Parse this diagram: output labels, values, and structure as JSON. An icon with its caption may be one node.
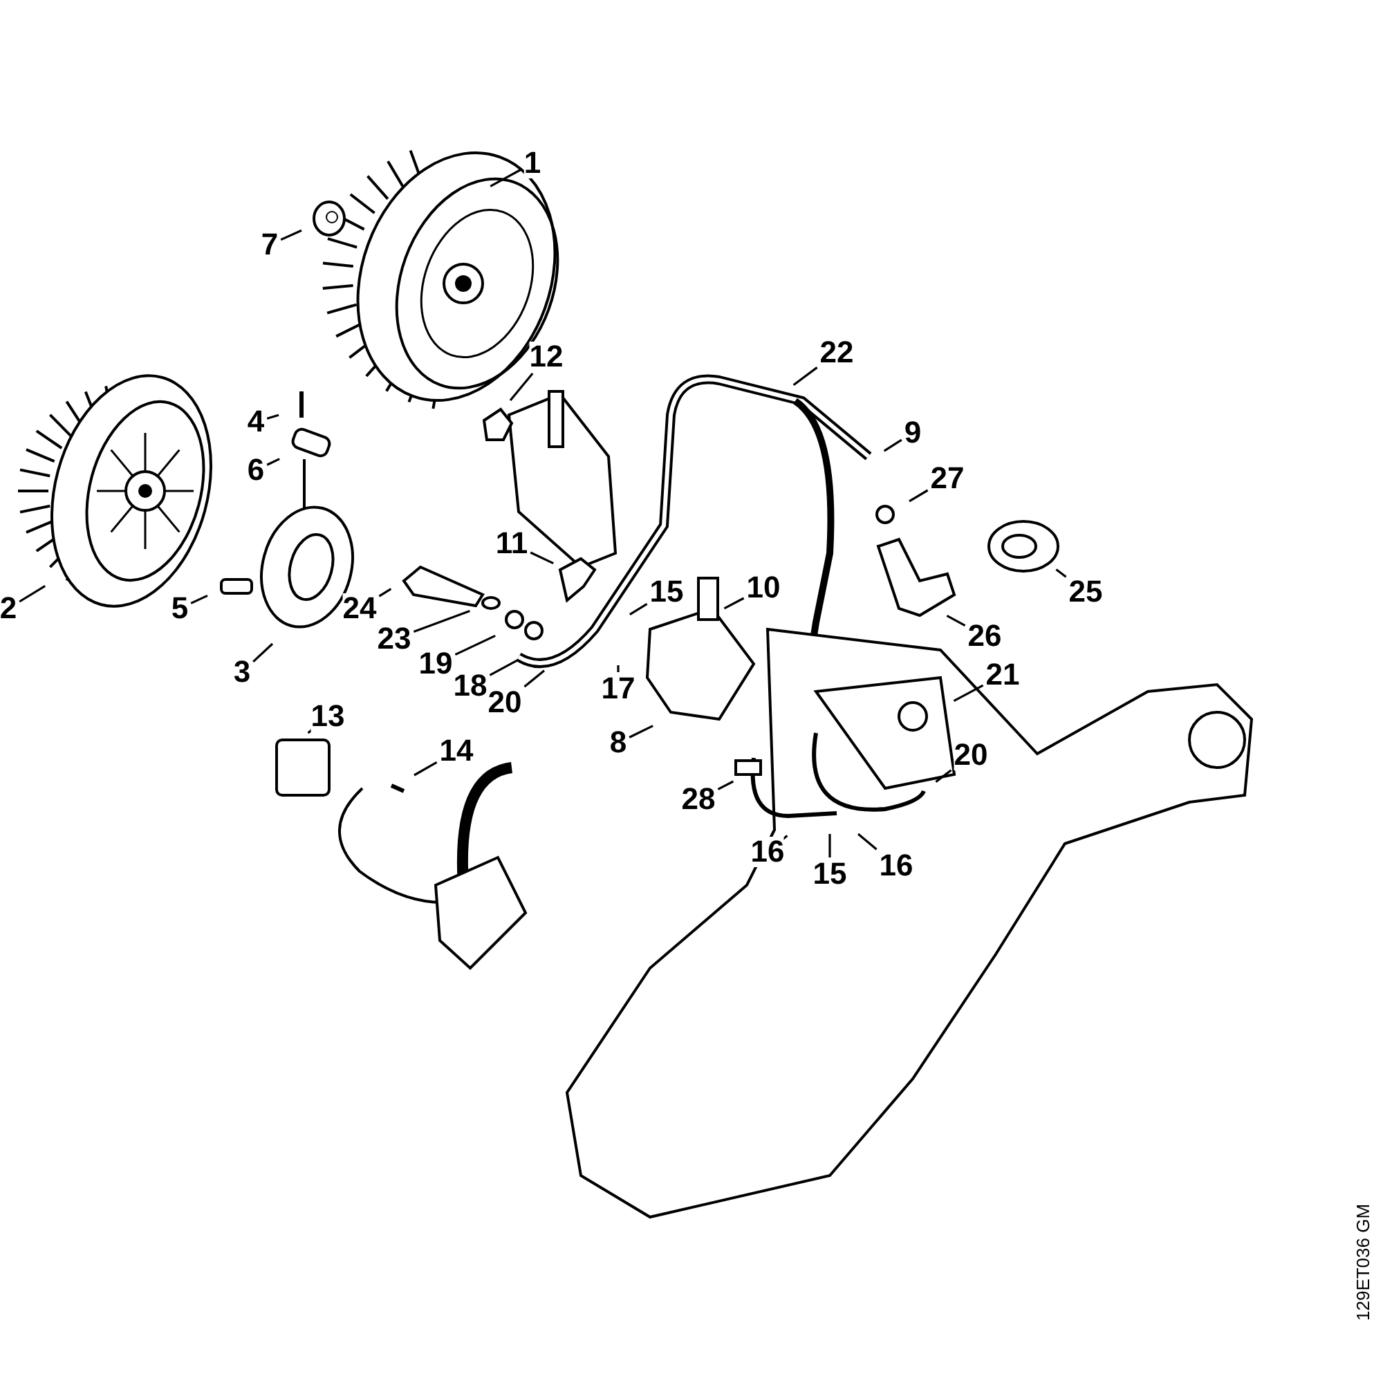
{
  "diagram": {
    "nodes": [
      {
        "text": [
          "1"
        ]
      },
      {
        "text": [
          "7"
        ]
      },
      {
        "text": [
          "4"
        ]
      },
      {
        "text": [
          "12"
        ]
      },
      {
        "text": [
          "22"
        ]
      },
      {
        "text": [
          "6"
        ]
      },
      {
        "text": [
          "9"
        ]
      },
      {
        "text": [
          "27"
        ]
      },
      {
        "text": [
          "2"
        ]
      },
      {
        "text": [
          "11"
        ]
      },
      {
        "text": [
          "10"
        ]
      },
      {
        "text": [
          "25"
        ]
      },
      {
        "text": [
          "5"
        ]
      },
      {
        "text": [
          "15"
        ]
      },
      {
        "text": [
          "24"
        ]
      },
      {
        "text": [
          "23"
        ]
      },
      {
        "text": [
          "26"
        ]
      },
      {
        "text": [
          "19"
        ]
      },
      {
        "text": [
          "21"
        ]
      },
      {
        "text": [
          "3"
        ]
      },
      {
        "text": [
          "18"
        ]
      },
      {
        "text": [
          "17"
        ]
      },
      {
        "text": [
          "20"
        ]
      },
      {
        "text": [
          "8"
        ]
      },
      {
        "text": [
          "13"
        ]
      },
      {
        "text": [
          "20"
        ]
      },
      {
        "text": [
          "14"
        ]
      },
      {
        "text": [
          "28"
        ]
      },
      {
        "text": [
          "16"
        ]
      },
      {
        "text": [
          "15"
        ]
      },
      {
        "text": [
          "16"
        ]
      }
    ],
    "edges": [
      {
        "from": 0,
        "to": null,
        "arrow": "none"
      },
      {
        "from": 1,
        "to": null,
        "arrow": "none"
      },
      {
        "from": 2,
        "to": null,
        "arrow": "none"
      },
      {
        "from": 3,
        "to": null,
        "arrow": "none"
      },
      {
        "from": 4,
        "to": null,
        "arrow": "none"
      },
      {
        "from": 5,
        "to": null,
        "arrow": "none"
      },
      {
        "from": 6,
        "to": null,
        "arrow": "none"
      },
      {
        "from": 7,
        "to": null,
        "arrow": "none"
      },
      {
        "from": 8,
        "to": null,
        "arrow": "none"
      },
      {
        "from": 9,
        "to": null,
        "arrow": "none"
      },
      {
        "from": 10,
        "to": null,
        "arrow": "none"
      },
      {
        "from": 11,
        "to": null,
        "arrow": "none"
      },
      {
        "from": 12,
        "to": null,
        "arrow": "none"
      },
      {
        "from": 13,
        "to": null,
        "arrow": "none"
      },
      {
        "from": 14,
        "to": null,
        "arrow": "none"
      },
      {
        "from": 15,
        "to": null,
        "arrow": "none"
      },
      {
        "from": 16,
        "to": null,
        "arrow": "none"
      },
      {
        "from": 17,
        "to": null,
        "arrow": "none"
      },
      {
        "from": 18,
        "to": null,
        "arrow": "none"
      },
      {
        "from": 19,
        "to": null,
        "arrow": "none"
      },
      {
        "from": 20,
        "to": null,
        "arrow": "none"
      },
      {
        "from": 21,
        "to": null,
        "arrow": "none"
      },
      {
        "from": 22,
        "to": null,
        "arrow": "none"
      },
      {
        "from": 23,
        "to": null,
        "arrow": "none"
      },
      {
        "from": 24,
        "to": null,
        "arrow": "none"
      },
      {
        "from": 25,
        "to": null,
        "arrow": "none"
      },
      {
        "from": 26,
        "to": null,
        "arrow": "none"
      },
      {
        "from": 27,
        "to": null,
        "arrow": "none"
      },
      {
        "from": 28,
        "to": null,
        "arrow": "none"
      },
      {
        "from": 29,
        "to": null,
        "arrow": "none"
      },
      {
        "from": 30,
        "to": null,
        "arrow": "none"
      }
    ],
    "labels": [
      "129ET036 GM"
    ]
  }
}
